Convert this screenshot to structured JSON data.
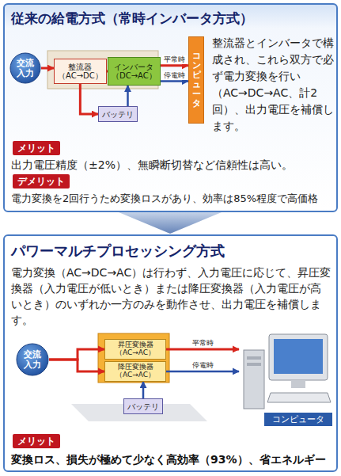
{
  "diagram": {
    "nodes": [
      {
        "text": [
          "従来の給電方式（常時インバータ方式）",
          "整流器とインバータで構成され、これら双方で必ず電力変換を行い（AC→DC→AC、計2回）、出力電圧を補償します。",
          "出力電圧精度（±2%）、無瞬断切替など信頼性は高い。",
          "電力変換を2回行うため変換ロスがあり、効率は85%程度で高価格"
        ]
      },
      {
        "text": [
          "交流入力"
        ],
        "in": 0
      },
      {
        "text": [
          "整流器",
          "（AC→DC）"
        ],
        "in": 0
      },
      {
        "text": [
          "インバータ",
          "（DC→AC）"
        ],
        "in": 0
      },
      {
        "text": [
          "バッテリ"
        ],
        "in": 0
      },
      {
        "text": [
          "コンピュータ"
        ],
        "in": 0
      },
      {
        "text": [
          "メリット"
        ],
        "in": 0
      },
      {
        "text": [
          "デメリット"
        ],
        "in": 0
      },
      {
        "text": [
          "パワーマルチプロセッシング方式",
          "電力変換（AC→DC→AC）は行わず、入力電圧に応じて、昇圧変換器（入力電圧が低いとき）または降圧変換器（入力電圧が高いとき）のいずれか一方のみを動作させ、出力電圧を補償します。",
          "変換ロス、損失が極めて少なく高効率（93%）、省エネルギー"
        ]
      },
      {
        "text": [
          "交流入力"
        ],
        "in": 8
      },
      {
        "text": [
          "昇圧変換器",
          "（AC→AC）"
        ],
        "in": 8
      },
      {
        "text": [
          "降圧変換器",
          "（AC→AC）"
        ],
        "in": 8
      },
      {
        "text": [
          "バッテリ"
        ],
        "in": 8
      },
      {
        "text": [
          "コンピュータ"
        ],
        "in": 8
      },
      {
        "text": [
          "メリット"
        ],
        "in": 8
      }
    ],
    "edges": [
      {
        "from": 1,
        "to": 2,
        "arrow": "to"
      },
      {
        "from": 2,
        "to": 3,
        "arrow": "to"
      },
      {
        "from": 3,
        "to": 5,
        "label": "平常時",
        "arrow": "to"
      },
      {
        "from": 3,
        "to": 5,
        "label": "停電時",
        "arrow": "to"
      },
      {
        "from": 2,
        "to": 4,
        "arrow": "to"
      },
      {
        "from": 4,
        "to": 3,
        "arrow": "to"
      },
      {
        "from": 9,
        "to": 10,
        "arrow": "to"
      },
      {
        "from": 9,
        "to": 11,
        "arrow": "to"
      },
      {
        "from": 10,
        "to": 13,
        "label": "平常時",
        "arrow": "to"
      },
      {
        "from": 11,
        "to": 13,
        "label": "停電時",
        "arrow": "to"
      },
      {
        "from": 12,
        "to": 11,
        "arrow": "to"
      }
    ]
  }
}
